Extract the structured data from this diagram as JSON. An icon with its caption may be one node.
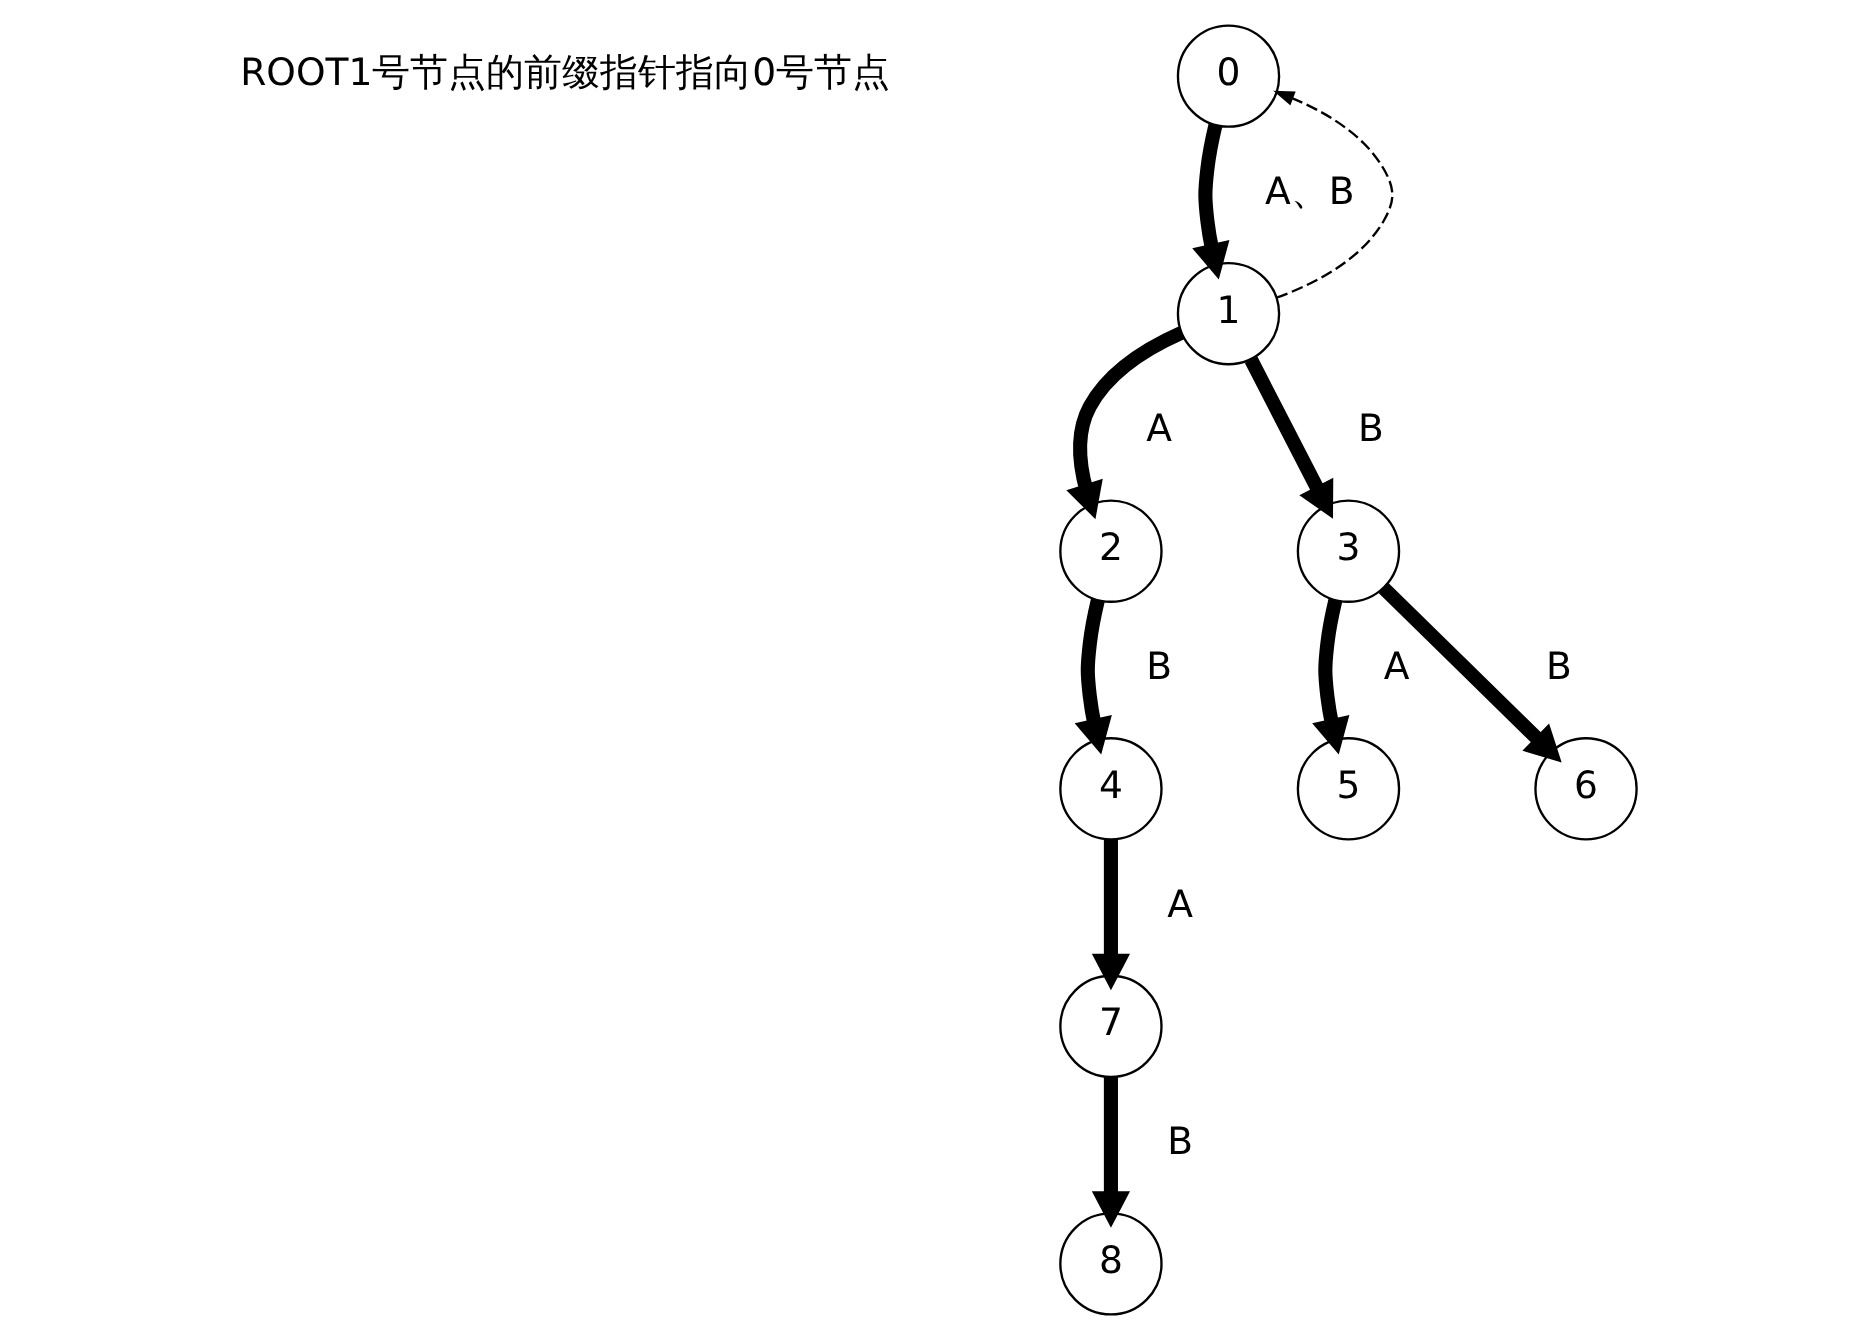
{
  "diagram": {
    "nodes": [
      {
        "text": [
          "0"
        ]
      },
      {
        "text": [
          "1"
        ]
      },
      {
        "text": [
          "2"
        ]
      },
      {
        "text": [
          "3"
        ]
      },
      {
        "text": [
          "4"
        ]
      },
      {
        "text": [
          "5"
        ]
      },
      {
        "text": [
          "6"
        ]
      },
      {
        "text": [
          "7"
        ]
      },
      {
        "text": [
          "8"
        ]
      }
    ],
    "edges": [
      {
        "from": 0,
        "to": 1,
        "arrow": "to",
        "label": "A、B"
      },
      {
        "from": 1,
        "to": 0,
        "arrow": "to",
        "style": "dashed"
      },
      {
        "from": 1,
        "to": 2,
        "arrow": "to",
        "label": "A"
      },
      {
        "from": 1,
        "to": 3,
        "arrow": "to",
        "label": "B"
      },
      {
        "from": 2,
        "to": 4,
        "arrow": "to",
        "label": "B"
      },
      {
        "from": 3,
        "to": 5,
        "arrow": "to",
        "label": "A"
      },
      {
        "from": 3,
        "to": 6,
        "arrow": "to",
        "label": "B"
      },
      {
        "from": 4,
        "to": 7,
        "arrow": "to",
        "label": "A"
      },
      {
        "from": 7,
        "to": 8,
        "arrow": "to",
        "label": "B"
      }
    ],
    "labels": [
      "ROOT1号节点的前缀指针指向0号节点"
    ]
  }
}
